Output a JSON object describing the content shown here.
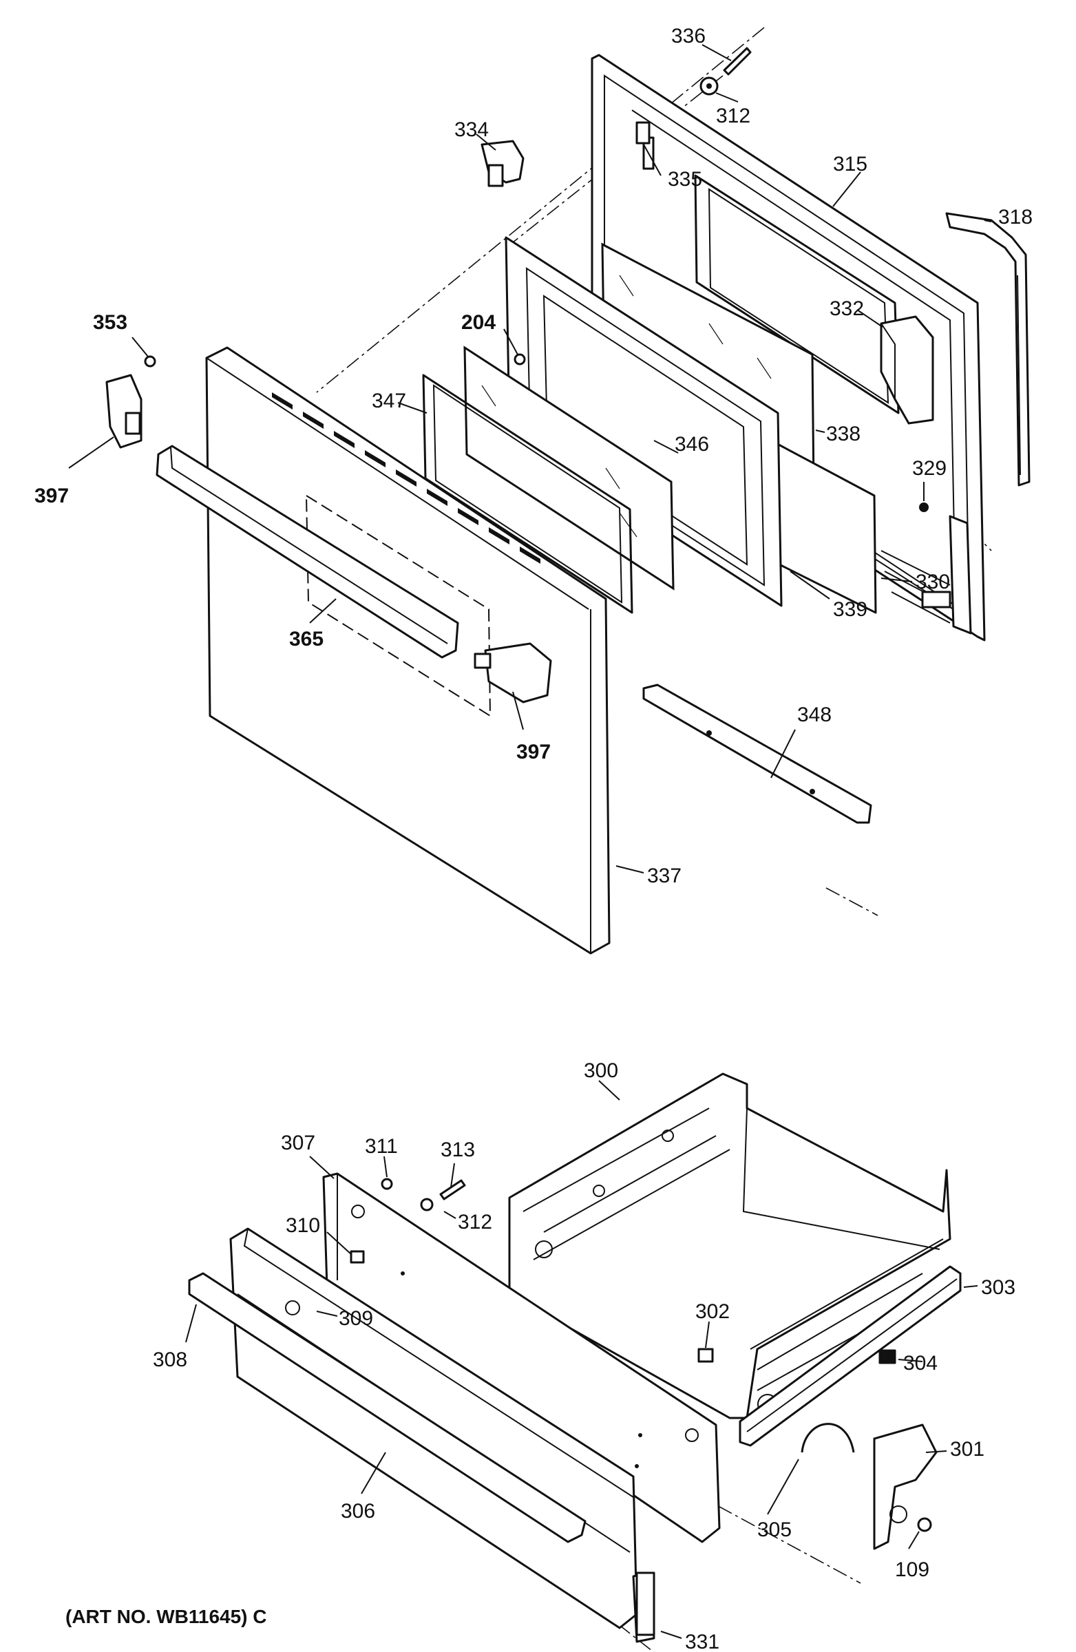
{
  "labels": {
    "l336": "336",
    "l312a": "312",
    "l334": "334",
    "l335": "335",
    "l315": "315",
    "l318": "318",
    "l353": "353",
    "l204": "204",
    "l332": "332",
    "l347": "347",
    "l346": "346",
    "l338": "338",
    "l397a": "397",
    "l329": "329",
    "l330": "330",
    "l339": "339",
    "l365": "365",
    "l397b": "397",
    "l348": "348",
    "l337": "337",
    "l300": "300",
    "l307": "307",
    "l311": "311",
    "l313": "313",
    "l312b": "312",
    "l310": "310",
    "l303": "303",
    "l309": "309",
    "l302": "302",
    "l308": "308",
    "l304": "304",
    "l301": "301",
    "l305": "305",
    "l306": "306",
    "l109": "109",
    "l331": "331"
  },
  "footer": {
    "art_no": "(ART NO. WB11645) C"
  }
}
